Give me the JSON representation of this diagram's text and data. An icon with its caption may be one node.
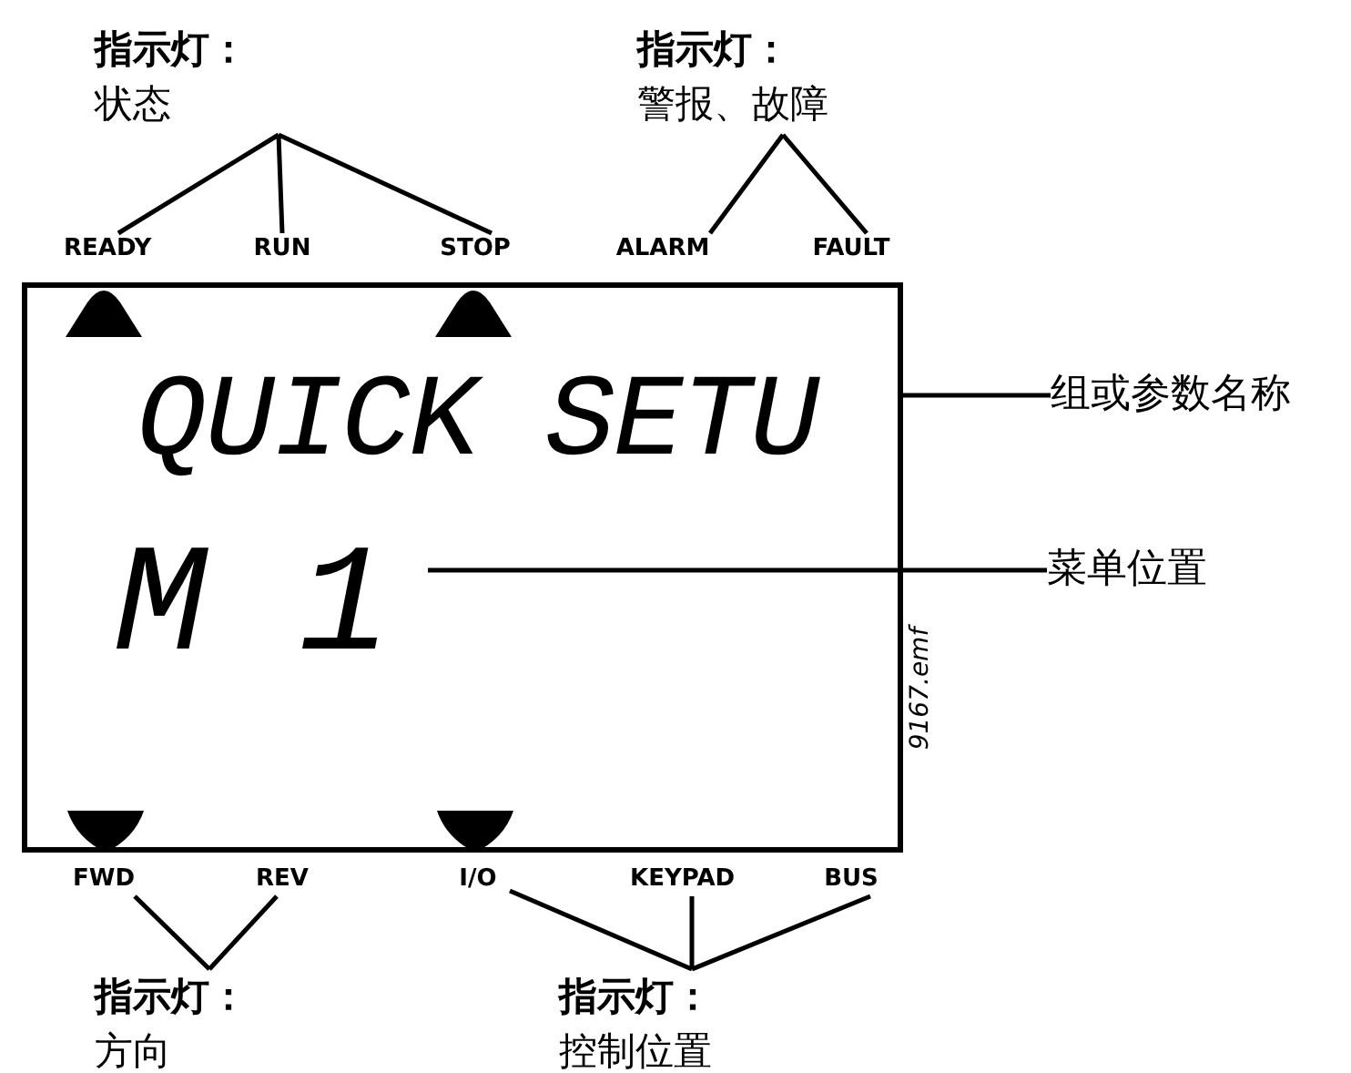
{
  "diagram": {
    "nodes": [
      {
        "text": [
          "指示灯：",
          "状态"
        ]
      },
      {
        "text": [
          "指示灯：",
          "警报、故障"
        ]
      },
      {
        "text": [
          "READY"
        ]
      },
      {
        "text": [
          "RUN"
        ]
      },
      {
        "text": [
          "STOP"
        ]
      },
      {
        "text": [
          "ALARM"
        ]
      },
      {
        "text": [
          "FAULT"
        ]
      },
      {
        "text": [],
        "shape": "box"
      },
      {
        "text": [
          "QUICK SETU"
        ],
        "in": 7
      },
      {
        "text": [
          "M 1"
        ],
        "in": 7
      },
      {
        "text": [
          "组或参数名称"
        ]
      },
      {
        "text": [
          "菜单位置"
        ]
      },
      {
        "text": [
          "FWD"
        ]
      },
      {
        "text": [
          "REV"
        ]
      },
      {
        "text": [
          "I/O"
        ]
      },
      {
        "text": [
          "KEYPAD"
        ]
      },
      {
        "text": [
          "BUS"
        ]
      },
      {
        "text": [
          "指示灯：",
          "方向"
        ]
      },
      {
        "text": [
          "指示灯：",
          "控制位置"
        ]
      }
    ],
    "edges": [
      {
        "from": 0,
        "to": 2,
        "arrow": "none"
      },
      {
        "from": 0,
        "to": 3,
        "arrow": "none"
      },
      {
        "from": 0,
        "to": 4,
        "arrow": "none"
      },
      {
        "from": 1,
        "to": 5,
        "arrow": "none"
      },
      {
        "from": 1,
        "to": 6,
        "arrow": "none"
      },
      {
        "from": 10,
        "to": 7,
        "arrow": "none"
      },
      {
        "from": 11,
        "to": 9,
        "arrow": "none"
      },
      {
        "from": 17,
        "to": 12,
        "arrow": "none"
      },
      {
        "from": 17,
        "to": 13,
        "arrow": "none"
      },
      {
        "from": 18,
        "to": 14,
        "arrow": "none"
      },
      {
        "from": 18,
        "to": 15,
        "arrow": "none"
      },
      {
        "from": 18,
        "to": 16,
        "arrow": "none"
      }
    ],
    "labels": [
      "9167.emf"
    ]
  }
}
